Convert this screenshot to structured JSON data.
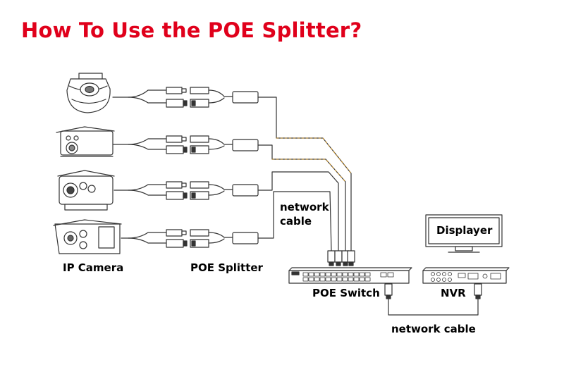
{
  "title": "How To Use the POE Splitter?",
  "labels": {
    "ip_camera": "IP Camera",
    "poe_splitter": "POE Splitter",
    "network_cable_line1": "network",
    "network_cable_line2": "cable",
    "poe_switch": "POE Switch",
    "nvr": "NVR",
    "network_cable_bottom": "network cable",
    "displayer": "Displayer"
  },
  "colors": {
    "title": "#e0001b",
    "cable_accent": "#e8a11c",
    "line": "#333333"
  },
  "devices": {
    "cameras": [
      "dome-camera",
      "bullet-camera",
      "box-camera",
      "bullet-camera-large"
    ],
    "splitters": 4,
    "switch_ports_connected": 4
  }
}
